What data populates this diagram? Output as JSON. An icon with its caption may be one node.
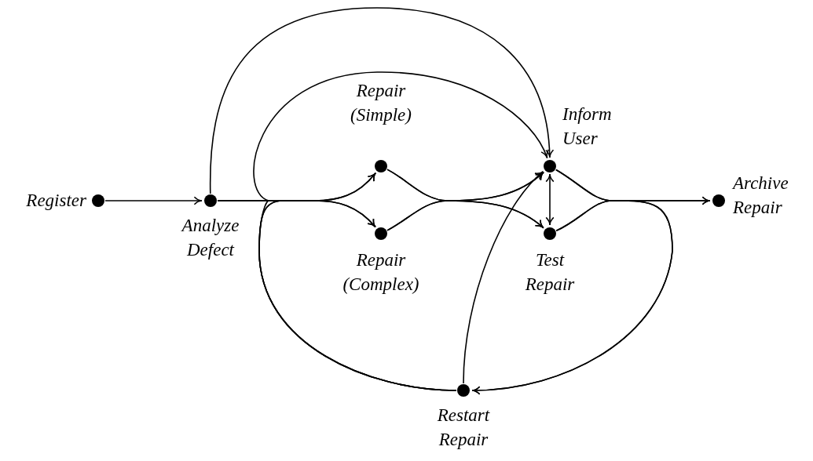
{
  "diagram": {
    "nodes": [
      {
        "text": [
          "Register"
        ]
      },
      {
        "text": [
          "Analyze Defect"
        ]
      },
      {
        "text": [
          "Repair (Simple)"
        ]
      },
      {
        "text": [
          "Repair (Complex)"
        ]
      },
      {
        "text": [
          "Inform User"
        ]
      },
      {
        "text": [
          "Test Repair"
        ]
      },
      {
        "text": [
          "Archive Repair"
        ]
      },
      {
        "text": [
          "Restart Repair"
        ]
      }
    ],
    "edges": [
      {
        "from": 0,
        "to": 1,
        "arrow": "to"
      },
      {
        "from": 1,
        "to": 4,
        "arrow": "to"
      },
      {
        "from": 1,
        "to": 2,
        "arrow": "to"
      },
      {
        "from": 1,
        "to": 3,
        "arrow": "to"
      },
      {
        "from": 7,
        "to": 2,
        "arrow": "to"
      },
      {
        "from": 7,
        "to": 3,
        "arrow": "to"
      },
      {
        "from": 7,
        "to": 4,
        "arrow": "to"
      },
      {
        "from": 7,
        "to": 4,
        "arrow": "to"
      },
      {
        "from": 2,
        "to": 4,
        "arrow": "to"
      },
      {
        "from": 2,
        "to": 5,
        "arrow": "to"
      },
      {
        "from": 3,
        "to": 4,
        "arrow": "to"
      },
      {
        "from": 3,
        "to": 5,
        "arrow": "to"
      },
      {
        "from": 4,
        "to": 5,
        "arrow": "both"
      },
      {
        "from": 4,
        "to": 6,
        "arrow": "to"
      },
      {
        "from": 5,
        "to": 6,
        "arrow": "to"
      },
      {
        "from": 4,
        "to": 7,
        "arrow": "to"
      },
      {
        "from": 5,
        "to": 7,
        "arrow": "to"
      }
    ]
  }
}
